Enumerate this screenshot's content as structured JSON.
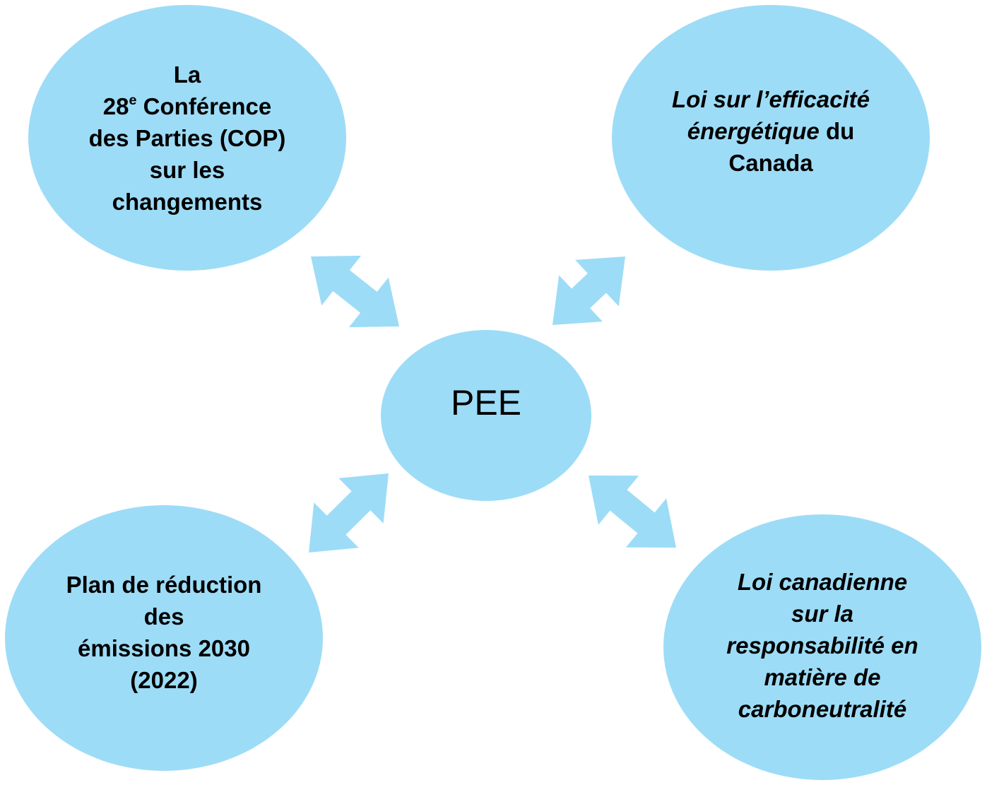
{
  "colors": {
    "bubble": "#9ddcf7",
    "text": "#000000",
    "background": "#ffffff"
  },
  "center": {
    "label": "PEE"
  },
  "top_left": {
    "line1": "La",
    "line2_num": "28",
    "line2_sup": "e",
    "line2_rest": " Conférence",
    "line3": "des Parties (COP)",
    "line4": "sur les",
    "line5": "changements"
  },
  "top_right": {
    "line1": "Loi sur l’efficacité",
    "line2_italic": "énergétique",
    "line2_rest": " du",
    "line3": "Canada"
  },
  "bottom_left": {
    "line1": "Plan de réduction",
    "line2": "des",
    "line3": "émissions 2030",
    "line4": "(2022)"
  },
  "bottom_right": {
    "line1": "Loi canadienne",
    "line2": "sur la",
    "line3": "responsabilité en",
    "line4": "matière de",
    "line5": "carboneutralité"
  }
}
